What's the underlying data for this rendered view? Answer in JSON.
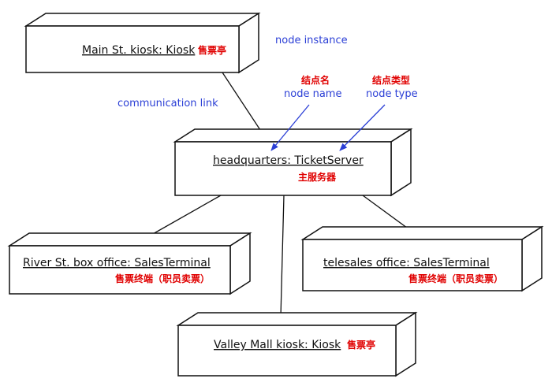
{
  "colors": {
    "line": "#111111",
    "annotation_blue": "#2b3fd6",
    "label_red": "#e00000"
  },
  "nodes": {
    "main_st": {
      "label": "Main St. kiosk: Kiosk",
      "cn": "售票亭"
    },
    "headquarters": {
      "label": "headquarters: TicketServer",
      "cn": "主服务器"
    },
    "river_st": {
      "label": "River St. box office: SalesTerminal",
      "cn": "售票终端（职员卖票）"
    },
    "telesales": {
      "label": "telesales office: SalesTerminal",
      "cn": "售票终端（职员卖票）"
    },
    "valley_mall": {
      "label": "Valley Mall kiosk: Kiosk",
      "cn": "售票亭"
    }
  },
  "annotations": {
    "node_instance": "node instance",
    "communication_link": "communication link",
    "node_name_cn": "结点名",
    "node_name": "node name",
    "node_type_cn": "结点类型",
    "node_type": "node type"
  }
}
